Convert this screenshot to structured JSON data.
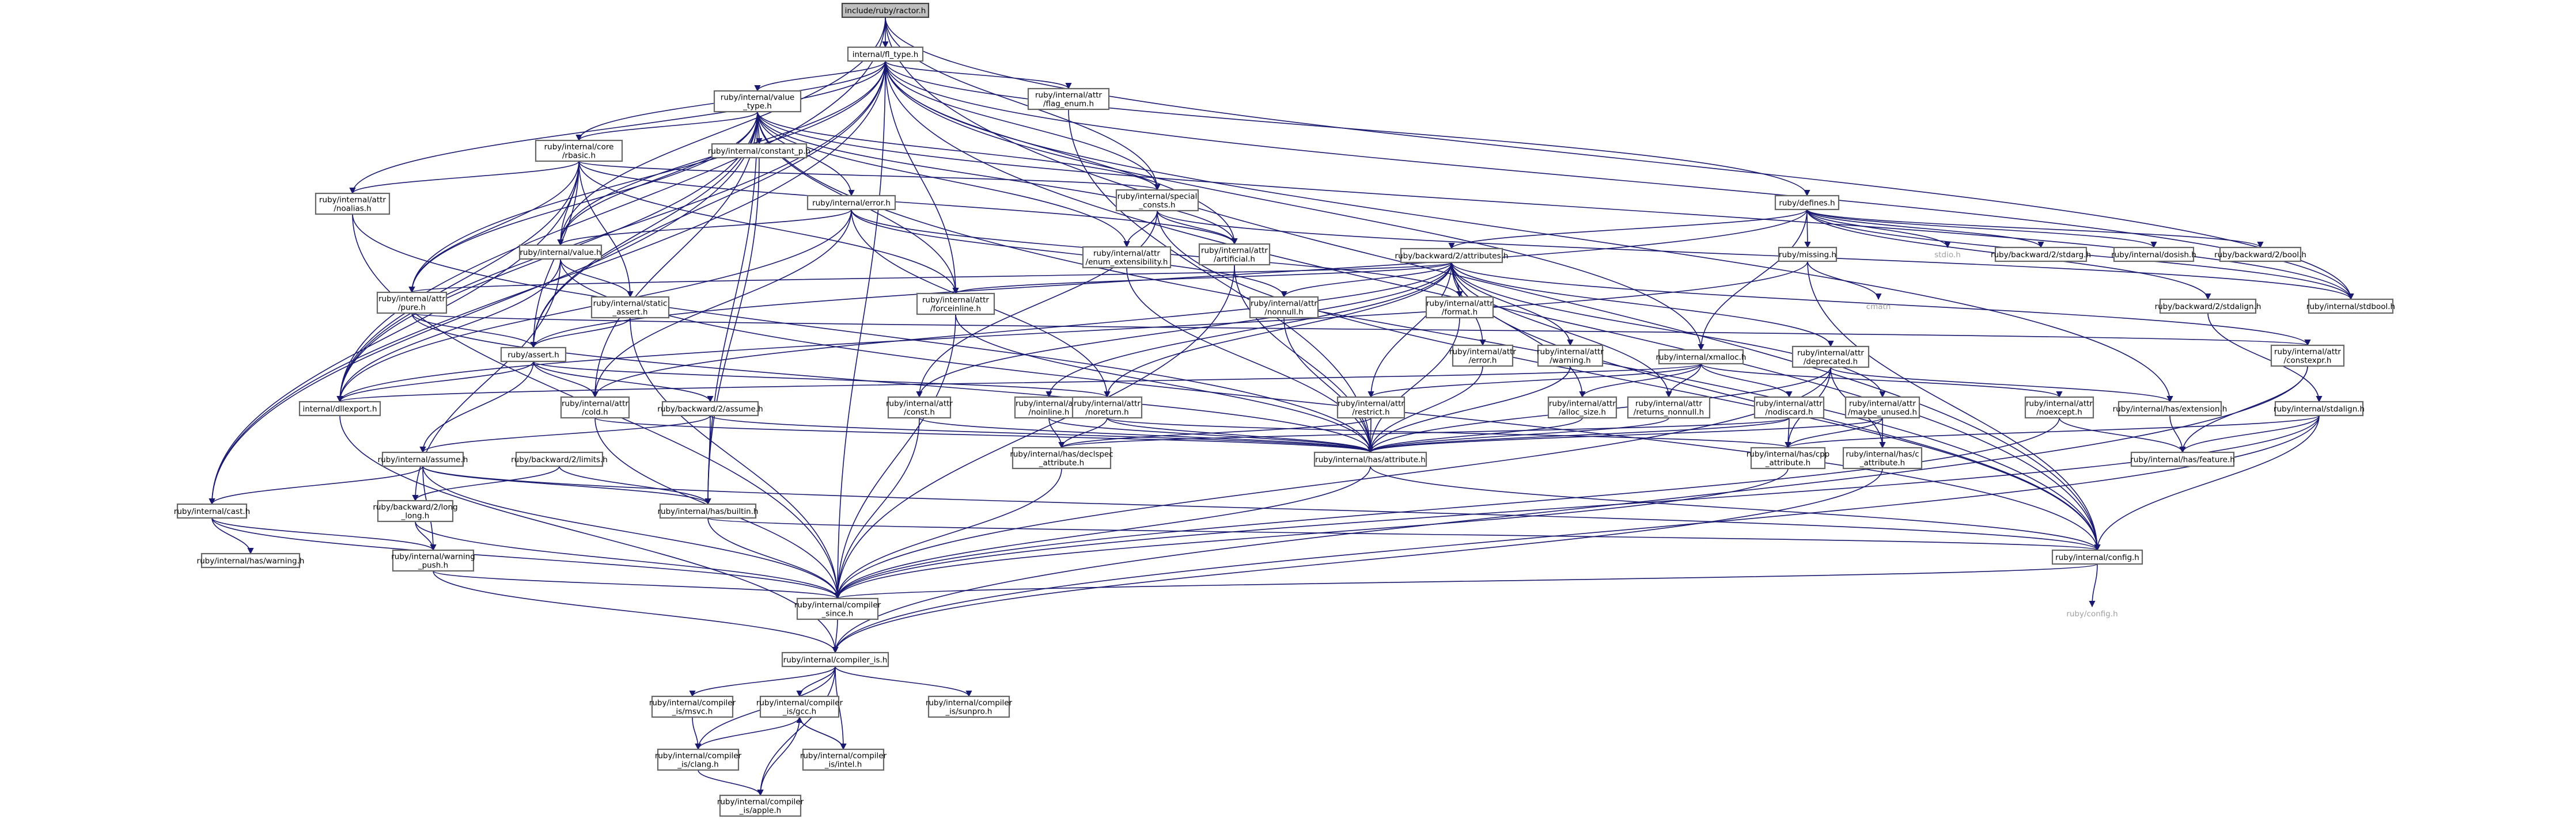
{
  "graph": {
    "nodes": [
      {
        "id": "root",
        "lines": [
          "include/ruby/ractor.h"
        ],
        "kind": "root"
      },
      {
        "id": "ftype",
        "lines": [
          "internal/fl_type.h"
        ]
      },
      {
        "id": "valtype",
        "lines": [
          "ruby/internal/value",
          "_type.h"
        ]
      },
      {
        "id": "flagenum",
        "lines": [
          "ruby/internal/attr",
          "/flag_enum.h"
        ]
      },
      {
        "id": "core",
        "lines": [
          "ruby/internal/core",
          "/rbasic.h"
        ]
      },
      {
        "id": "constantp",
        "lines": [
          "ruby/internal/constant_p.h"
        ]
      },
      {
        "id": "noalias",
        "lines": [
          "ruby/internal/attr",
          "/noalias.h"
        ]
      },
      {
        "id": "error",
        "lines": [
          "ruby/internal/error.h"
        ]
      },
      {
        "id": "special",
        "lines": [
          "ruby/internal/special",
          "_consts.h"
        ]
      },
      {
        "id": "defines",
        "lines": [
          "ruby/defines.h"
        ]
      },
      {
        "id": "value",
        "lines": [
          "ruby/internal/value.h"
        ]
      },
      {
        "id": "enumext",
        "lines": [
          "ruby/internal/attr",
          "/enum_extensibility.h"
        ]
      },
      {
        "id": "artificial",
        "lines": [
          "ruby/internal/attr",
          "/artificial.h"
        ]
      },
      {
        "id": "bw_attrs",
        "lines": [
          "ruby/backward/2/attributes.h"
        ]
      },
      {
        "id": "missing",
        "lines": [
          "ruby/missing.h"
        ]
      },
      {
        "id": "stdio",
        "lines": [
          "stdio.h"
        ],
        "kind": "plain"
      },
      {
        "id": "bw_stdarg",
        "lines": [
          "ruby/backward/2/stdarg.h"
        ]
      },
      {
        "id": "dosish",
        "lines": [
          "ruby/internal/dosish.h"
        ]
      },
      {
        "id": "bw_bool",
        "lines": [
          "ruby/backward/2/bool.h"
        ]
      },
      {
        "id": "pure",
        "lines": [
          "ruby/internal/attr",
          "/pure.h"
        ]
      },
      {
        "id": "static_assert",
        "lines": [
          "ruby/internal/static",
          "_assert.h"
        ]
      },
      {
        "id": "forceinline",
        "lines": [
          "ruby/internal/attr",
          "/forceinline.h"
        ]
      },
      {
        "id": "nonnull",
        "lines": [
          "ruby/internal/attr",
          "/nonnull.h"
        ]
      },
      {
        "id": "format",
        "lines": [
          "ruby/internal/attr",
          "/format.h"
        ]
      },
      {
        "id": "cmath",
        "lines": [
          "cmath"
        ],
        "kind": "plain"
      },
      {
        "id": "bw_stdalign",
        "lines": [
          "ruby/backward/2/stdalign.h"
        ]
      },
      {
        "id": "stdbool",
        "lines": [
          "ruby/internal/stdbool.h"
        ]
      },
      {
        "id": "assert",
        "lines": [
          "ruby/assert.h"
        ]
      },
      {
        "id": "aerror",
        "lines": [
          "ruby/internal/attr",
          "/error.h"
        ]
      },
      {
        "id": "awarning",
        "lines": [
          "ruby/internal/attr",
          "/warning.h"
        ]
      },
      {
        "id": "xmalloc",
        "lines": [
          "ruby/internal/xmalloc.h"
        ]
      },
      {
        "id": "deprecated",
        "lines": [
          "ruby/internal/attr",
          "/deprecated.h"
        ]
      },
      {
        "id": "constexpr",
        "lines": [
          "ruby/internal/attr",
          "/constexpr.h"
        ]
      },
      {
        "id": "dllexport",
        "lines": [
          "internal/dllexport.h"
        ]
      },
      {
        "id": "cold",
        "lines": [
          "ruby/internal/attr",
          "/cold.h"
        ]
      },
      {
        "id": "bw_assume",
        "lines": [
          "ruby/backward/2/assume.h"
        ]
      },
      {
        "id": "aconst",
        "lines": [
          "ruby/internal/attr",
          "/const.h"
        ]
      },
      {
        "id": "noinline",
        "lines": [
          "ruby/internal/attr",
          "/noinline.h"
        ]
      },
      {
        "id": "noreturn",
        "lines": [
          "ruby/internal/attr",
          "/noreturn.h"
        ]
      },
      {
        "id": "restrict",
        "lines": [
          "ruby/internal/attr",
          "/restrict.h"
        ]
      },
      {
        "id": "allocsize",
        "lines": [
          "ruby/internal/attr",
          "/alloc_size.h"
        ]
      },
      {
        "id": "retnonnull",
        "lines": [
          "ruby/internal/attr",
          "/returns_nonnull.h"
        ]
      },
      {
        "id": "nodiscard",
        "lines": [
          "ruby/internal/attr",
          "/nodiscard.h"
        ]
      },
      {
        "id": "maybeunused",
        "lines": [
          "ruby/internal/attr",
          "/maybe_unused.h"
        ]
      },
      {
        "id": "noexcept",
        "lines": [
          "ruby/internal/attr",
          "/noexcept.h"
        ]
      },
      {
        "id": "extension",
        "lines": [
          "ruby/internal/has/extension.h"
        ]
      },
      {
        "id": "stdalign",
        "lines": [
          "ruby/internal/stdalign.h"
        ]
      },
      {
        "id": "iassume",
        "lines": [
          "ruby/internal/assume.h"
        ]
      },
      {
        "id": "bw_limits",
        "lines": [
          "ruby/backward/2/limits.h"
        ]
      },
      {
        "id": "declspec",
        "lines": [
          "ruby/internal/has/declspec",
          "_attribute.h"
        ]
      },
      {
        "id": "hasattr",
        "lines": [
          "ruby/internal/has/attribute.h"
        ]
      },
      {
        "id": "cppattr",
        "lines": [
          "ruby/internal/has/cpp",
          "_attribute.h"
        ]
      },
      {
        "id": "cattr",
        "lines": [
          "ruby/internal/has/c",
          "_attribute.h"
        ]
      },
      {
        "id": "feature",
        "lines": [
          "ruby/internal/has/feature.h"
        ]
      },
      {
        "id": "cast",
        "lines": [
          "ruby/internal/cast.h"
        ]
      },
      {
        "id": "bw_long",
        "lines": [
          "ruby/backward/2/long",
          "_long.h"
        ]
      },
      {
        "id": "builtin",
        "lines": [
          "ruby/internal/has/builtin.h"
        ]
      },
      {
        "id": "haswarning",
        "lines": [
          "ruby/internal/has/warning.h"
        ]
      },
      {
        "id": "wpush",
        "lines": [
          "ruby/internal/warning",
          "_push.h"
        ]
      },
      {
        "id": "config",
        "lines": [
          "ruby/internal/config.h"
        ]
      },
      {
        "id": "since",
        "lines": [
          "ruby/internal/compiler",
          "_since.h"
        ]
      },
      {
        "id": "rconfig",
        "lines": [
          "ruby/config.h"
        ],
        "kind": "plain"
      },
      {
        "id": "compiler_is",
        "lines": [
          "ruby/internal/compiler_is.h"
        ]
      },
      {
        "id": "msvc",
        "lines": [
          "ruby/internal/compiler",
          "_is/msvc.h"
        ]
      },
      {
        "id": "gcc",
        "lines": [
          "ruby/internal/compiler",
          "_is/gcc.h"
        ]
      },
      {
        "id": "sunpro",
        "lines": [
          "ruby/internal/compiler",
          "_is/sunpro.h"
        ]
      },
      {
        "id": "clang",
        "lines": [
          "ruby/internal/compiler",
          "_is/clang.h"
        ]
      },
      {
        "id": "intel",
        "lines": [
          "ruby/internal/compiler",
          "_is/intel.h"
        ]
      },
      {
        "id": "apple",
        "lines": [
          "ruby/internal/compiler",
          "_is/apple.h"
        ]
      }
    ],
    "edges": [
      [
        "root",
        "ftype"
      ],
      [
        "root",
        "value"
      ],
      [
        "root",
        "special"
      ],
      [
        "root",
        "dllexport"
      ],
      [
        "root",
        "stdbool"
      ],
      [
        "root",
        "config"
      ],
      [
        "ftype",
        "valtype"
      ],
      [
        "ftype",
        "flagenum"
      ],
      [
        "ftype",
        "core"
      ],
      [
        "ftype",
        "noalias"
      ],
      [
        "ftype",
        "special"
      ],
      [
        "ftype",
        "defines"
      ],
      [
        "ftype",
        "value"
      ],
      [
        "ftype",
        "pure"
      ],
      [
        "ftype",
        "forceinline"
      ],
      [
        "ftype",
        "artificial"
      ],
      [
        "ftype",
        "assert"
      ],
      [
        "ftype",
        "dllexport"
      ],
      [
        "ftype",
        "xmalloc"
      ],
      [
        "ftype",
        "stdbool"
      ],
      [
        "ftype",
        "extension"
      ],
      [
        "ftype",
        "config"
      ],
      [
        "ftype",
        "cast"
      ],
      [
        "ftype",
        "since"
      ],
      [
        "valtype",
        "core"
      ],
      [
        "valtype",
        "constantp"
      ],
      [
        "valtype",
        "error"
      ],
      [
        "valtype",
        "special"
      ],
      [
        "valtype",
        "value"
      ],
      [
        "valtype",
        "enumext"
      ],
      [
        "valtype",
        "artificial"
      ],
      [
        "valtype",
        "forceinline"
      ],
      [
        "valtype",
        "pure"
      ],
      [
        "valtype",
        "cold"
      ],
      [
        "valtype",
        "builtin"
      ],
      [
        "valtype",
        "cast"
      ],
      [
        "valtype",
        "assert"
      ],
      [
        "valtype",
        "dllexport"
      ],
      [
        "valtype",
        "stdbool"
      ],
      [
        "valtype",
        "config"
      ],
      [
        "flagenum",
        "hasattr"
      ],
      [
        "core",
        "value"
      ],
      [
        "core",
        "special"
      ],
      [
        "core",
        "artificial"
      ],
      [
        "core",
        "forceinline"
      ],
      [
        "core",
        "pure"
      ],
      [
        "core",
        "assert"
      ],
      [
        "core",
        "dllexport"
      ],
      [
        "core",
        "cast"
      ],
      [
        "core",
        "noalias"
      ],
      [
        "core",
        "static_assert"
      ],
      [
        "constantp",
        "builtin"
      ],
      [
        "noalias",
        "hasattr"
      ],
      [
        "noalias",
        "since"
      ],
      [
        "error",
        "value"
      ],
      [
        "error",
        "cold"
      ],
      [
        "error",
        "format"
      ],
      [
        "error",
        "noreturn"
      ],
      [
        "error",
        "dllexport"
      ],
      [
        "error",
        "nonnull"
      ],
      [
        "special",
        "enumext"
      ],
      [
        "special",
        "artificial"
      ],
      [
        "special",
        "aconst"
      ],
      [
        "special",
        "stdbool"
      ],
      [
        "special",
        "config"
      ],
      [
        "defines",
        "missing"
      ],
      [
        "defines",
        "stdio"
      ],
      [
        "defines",
        "bw_stdarg"
      ],
      [
        "defines",
        "dosish"
      ],
      [
        "defines",
        "bw_bool"
      ],
      [
        "defines",
        "bw_attrs"
      ],
      [
        "defines",
        "xmalloc"
      ],
      [
        "defines",
        "stdbool"
      ],
      [
        "defines",
        "bw_stdalign"
      ],
      [
        "defines",
        "assert"
      ],
      [
        "value",
        "static_assert"
      ],
      [
        "value",
        "dllexport"
      ],
      [
        "value",
        "bw_long"
      ],
      [
        "value",
        "config"
      ],
      [
        "enumext",
        "hasattr"
      ],
      [
        "artificial",
        "hasattr"
      ],
      [
        "artificial",
        "since"
      ],
      [
        "bw_attrs",
        "forceinline"
      ],
      [
        "bw_attrs",
        "nonnull"
      ],
      [
        "bw_attrs",
        "format"
      ],
      [
        "bw_attrs",
        "pure"
      ],
      [
        "bw_attrs",
        "aerror"
      ],
      [
        "bw_attrs",
        "awarning"
      ],
      [
        "bw_attrs",
        "deprecated"
      ],
      [
        "bw_attrs",
        "cold"
      ],
      [
        "bw_attrs",
        "aconst"
      ],
      [
        "bw_attrs",
        "noinline"
      ],
      [
        "bw_attrs",
        "noreturn"
      ],
      [
        "bw_attrs",
        "restrict"
      ],
      [
        "bw_attrs",
        "allocsize"
      ],
      [
        "bw_attrs",
        "retnonnull"
      ],
      [
        "bw_attrs",
        "maybeunused"
      ],
      [
        "bw_attrs",
        "constexpr"
      ],
      [
        "bw_attrs",
        "config"
      ],
      [
        "missing",
        "cmath"
      ],
      [
        "missing",
        "dllexport"
      ],
      [
        "missing",
        "config"
      ],
      [
        "bw_stdalign",
        "stdalign"
      ],
      [
        "pure",
        "assert"
      ],
      [
        "pure",
        "hasattr"
      ],
      [
        "pure",
        "constexpr"
      ],
      [
        "static_assert",
        "assert"
      ],
      [
        "static_assert",
        "since"
      ],
      [
        "forceinline",
        "hasattr"
      ],
      [
        "forceinline",
        "since"
      ],
      [
        "nonnull",
        "hasattr"
      ],
      [
        "format",
        "hasattr"
      ],
      [
        "assert",
        "assume"
      ],
      [
        "assert",
        "cold"
      ],
      [
        "assert",
        "noreturn"
      ],
      [
        "assert",
        "bw_assume"
      ],
      [
        "assert",
        "dllexport"
      ],
      [
        "assert",
        "iassume"
      ],
      [
        "aerror",
        "hasattr"
      ],
      [
        "awarning",
        "hasattr"
      ],
      [
        "xmalloc",
        "allocsize"
      ],
      [
        "xmalloc",
        "retnonnull"
      ],
      [
        "xmalloc",
        "nodiscard"
      ],
      [
        "xmalloc",
        "noexcept"
      ],
      [
        "xmalloc",
        "restrict"
      ],
      [
        "xmalloc",
        "dllexport"
      ],
      [
        "deprecated",
        "hasattr"
      ],
      [
        "deprecated",
        "cppattr"
      ],
      [
        "deprecated",
        "cattr"
      ],
      [
        "deprecated",
        "extension"
      ],
      [
        "deprecated",
        "since"
      ],
      [
        "constexpr",
        "feature"
      ],
      [
        "constexpr",
        "compiler_is"
      ],
      [
        "dllexport",
        "compiler_is"
      ],
      [
        "cold",
        "hasattr"
      ],
      [
        "cold",
        "since"
      ],
      [
        "bw_assume",
        "iassume"
      ],
      [
        "bw_assume",
        "builtin"
      ],
      [
        "bw_assume",
        "hasattr"
      ],
      [
        "aconst",
        "hasattr"
      ],
      [
        "aconst",
        "since"
      ],
      [
        "noinline",
        "declspec"
      ],
      [
        "noinline",
        "hasattr"
      ],
      [
        "noreturn",
        "declspec"
      ],
      [
        "noreturn",
        "hasattr"
      ],
      [
        "noreturn",
        "cppattr"
      ],
      [
        "restrict",
        "declspec"
      ],
      [
        "restrict",
        "hasattr"
      ],
      [
        "allocsize",
        "hasattr"
      ],
      [
        "retnonnull",
        "hasattr"
      ],
      [
        "nodiscard",
        "hasattr"
      ],
      [
        "nodiscard",
        "cppattr"
      ],
      [
        "nodiscard",
        "declspec"
      ],
      [
        "maybeunused",
        "cppattr"
      ],
      [
        "maybeunused",
        "cattr"
      ],
      [
        "maybeunused",
        "hasattr"
      ],
      [
        "noexcept",
        "feature"
      ],
      [
        "noexcept",
        "since"
      ],
      [
        "extension",
        "feature"
      ],
      [
        "stdalign",
        "cppattr"
      ],
      [
        "stdalign",
        "feature"
      ],
      [
        "stdalign",
        "config"
      ],
      [
        "stdalign",
        "compiler_is"
      ],
      [
        "stdalign",
        "since"
      ],
      [
        "iassume",
        "cast"
      ],
      [
        "iassume",
        "wpush"
      ],
      [
        "iassume",
        "since"
      ],
      [
        "iassume",
        "config"
      ],
      [
        "iassume",
        "builtin"
      ],
      [
        "bw_limits",
        "bw_long"
      ],
      [
        "bw_limits",
        "builtin"
      ],
      [
        "declspec",
        "since"
      ],
      [
        "hasattr",
        "config"
      ],
      [
        "hasattr",
        "since"
      ],
      [
        "cppattr",
        "since"
      ],
      [
        "cattr",
        "compiler_is"
      ],
      [
        "cast",
        "haswarning"
      ],
      [
        "cast",
        "wpush"
      ],
      [
        "cast",
        "since"
      ],
      [
        "bw_long",
        "wpush"
      ],
      [
        "bw_long",
        "since"
      ],
      [
        "builtin",
        "config"
      ],
      [
        "builtin",
        "since"
      ],
      [
        "wpush",
        "since"
      ],
      [
        "wpush",
        "compiler_is"
      ],
      [
        "config",
        "rconfig"
      ],
      [
        "config",
        "since"
      ],
      [
        "since",
        "compiler_is"
      ],
      [
        "compiler_is",
        "msvc"
      ],
      [
        "compiler_is",
        "gcc"
      ],
      [
        "compiler_is",
        "sunpro"
      ],
      [
        "compiler_is",
        "clang"
      ],
      [
        "compiler_is",
        "intel"
      ],
      [
        "compiler_is",
        "apple"
      ],
      [
        "msvc",
        "clang"
      ],
      [
        "gcc",
        "intel"
      ],
      [
        "gcc",
        "apple"
      ],
      [
        "gcc",
        "clang"
      ],
      [
        "clang",
        "apple"
      ],
      [
        "intel",
        "gcc"
      ]
    ]
  }
}
